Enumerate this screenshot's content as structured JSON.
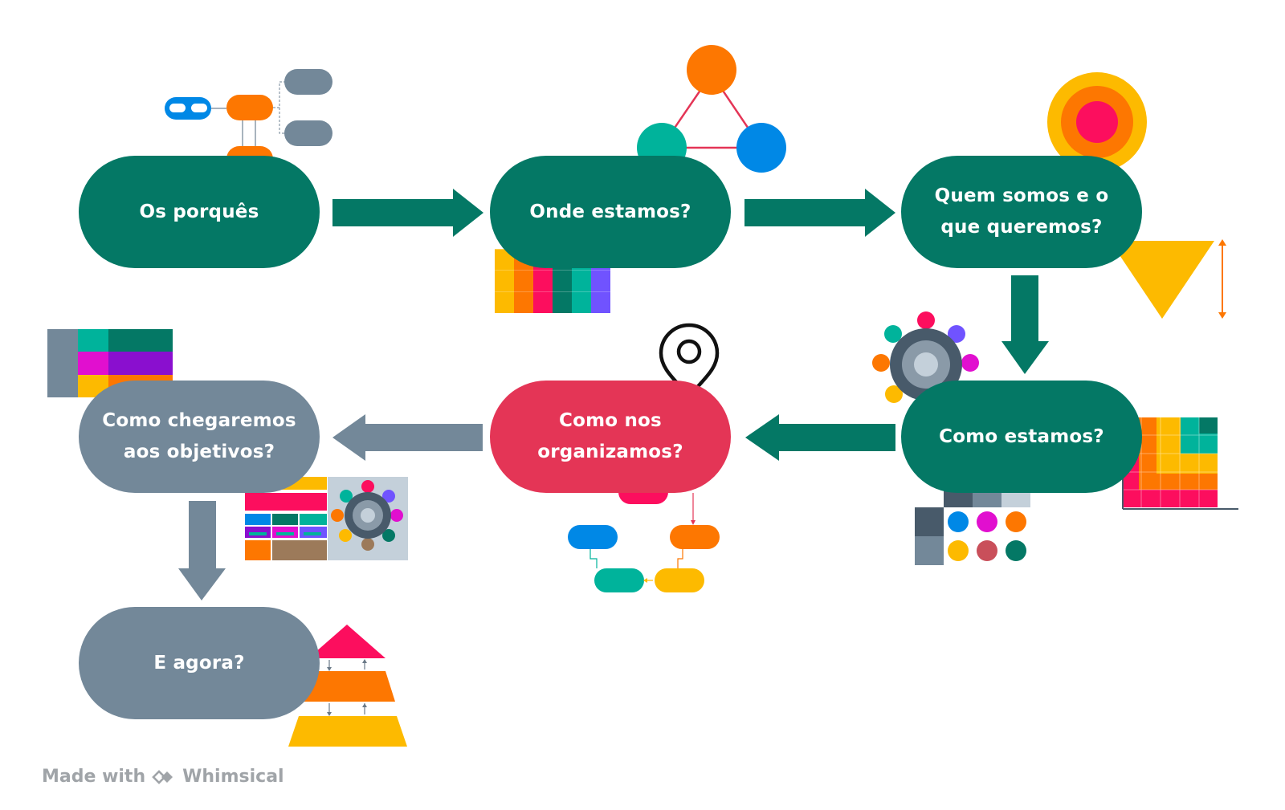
{
  "nodes": {
    "n1": "Os porquês",
    "n2": "Onde estamos?",
    "n3": "Quem somos e o que queremos?",
    "n4": "Como estamos?",
    "n5": "Como nos organizamos?",
    "n6": "Como chegaremos aos objetivos?",
    "n7": "E agora?"
  },
  "footer": {
    "made_with": "Made with",
    "brand": "Whimsical"
  },
  "colors": {
    "green": "#047865",
    "gray": "#738899",
    "red": "#e43556",
    "orange": "#fd7701",
    "yellow": "#fdba00",
    "pink": "#fc0e5e",
    "blue": "#0088e6",
    "teal": "#00b39b",
    "purple": "#7053ff"
  }
}
